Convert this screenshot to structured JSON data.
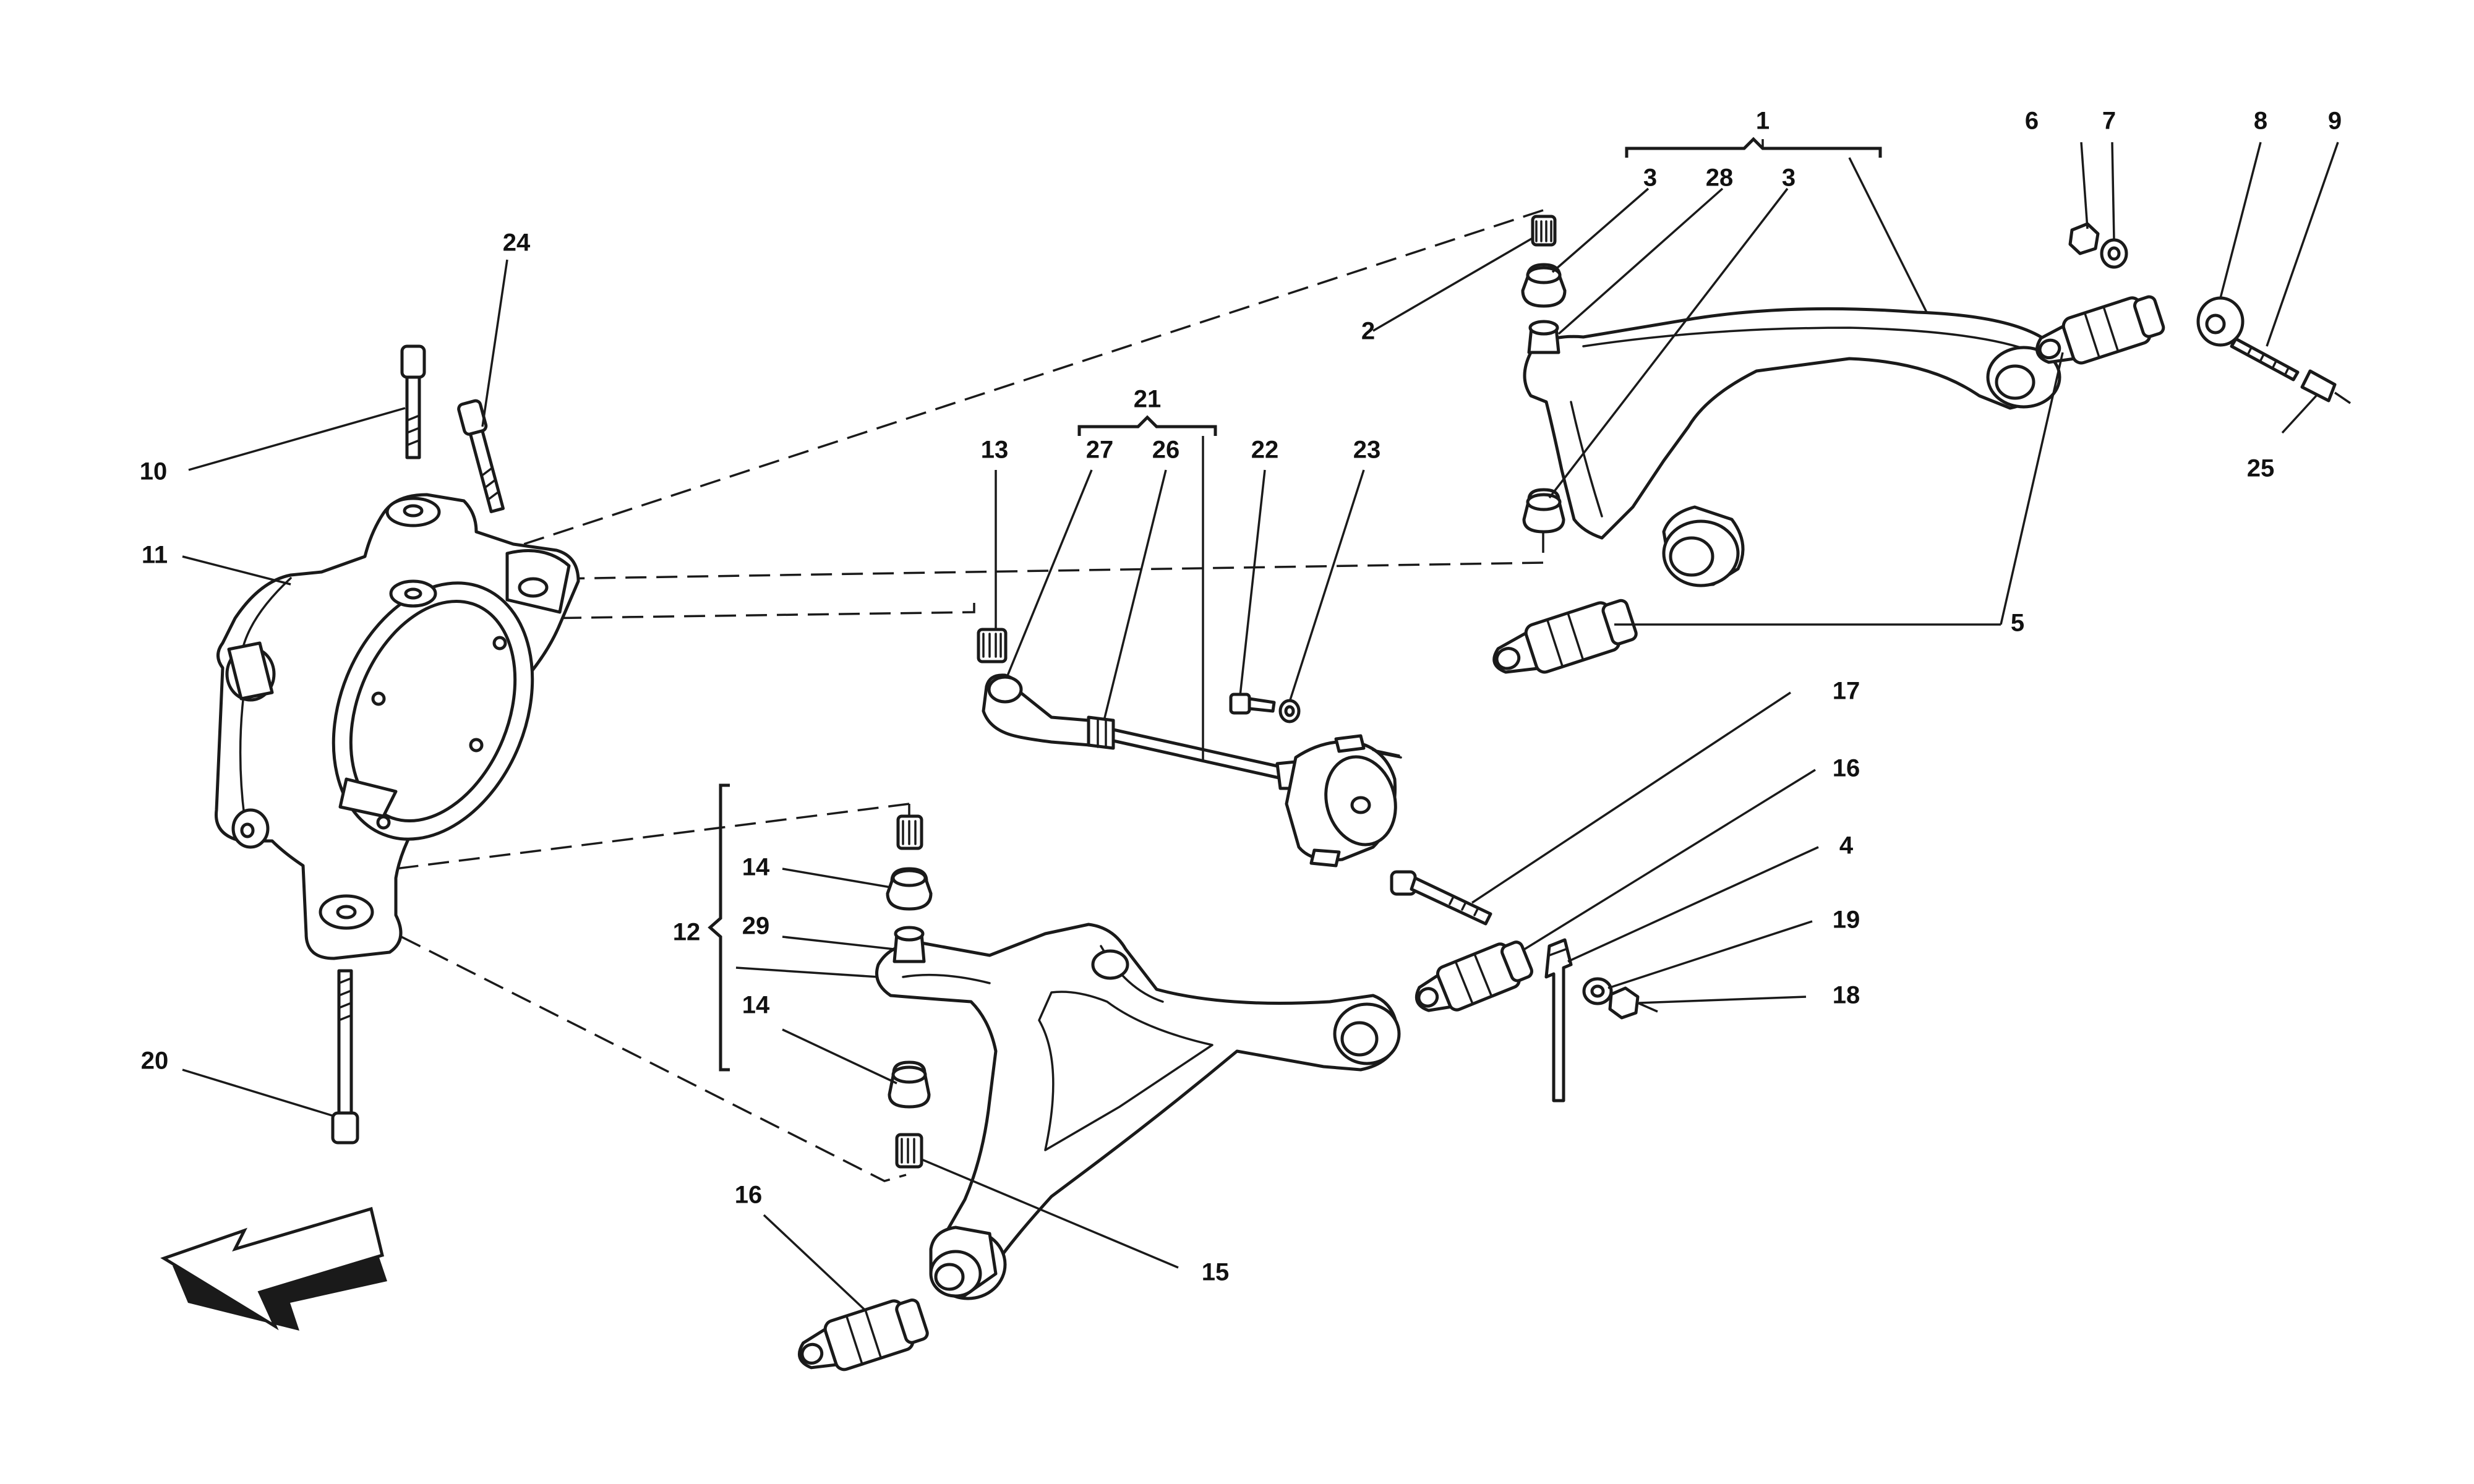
{
  "callouts": [
    {
      "id": "c1",
      "text": "1"
    },
    {
      "id": "c2",
      "text": "2"
    },
    {
      "id": "c3a",
      "text": "3"
    },
    {
      "id": "c3b",
      "text": "3"
    },
    {
      "id": "c4",
      "text": "4"
    },
    {
      "id": "c5",
      "text": "5"
    },
    {
      "id": "c6",
      "text": "6"
    },
    {
      "id": "c7",
      "text": "7"
    },
    {
      "id": "c8",
      "text": "8"
    },
    {
      "id": "c9",
      "text": "9"
    },
    {
      "id": "c10",
      "text": "10"
    },
    {
      "id": "c11",
      "text": "11"
    },
    {
      "id": "c12",
      "text": "12"
    },
    {
      "id": "c13",
      "text": "13"
    },
    {
      "id": "c14a",
      "text": "14"
    },
    {
      "id": "c14b",
      "text": "14"
    },
    {
      "id": "c15",
      "text": "15"
    },
    {
      "id": "c16a",
      "text": "16"
    },
    {
      "id": "c16b",
      "text": "16"
    },
    {
      "id": "c17",
      "text": "17"
    },
    {
      "id": "c18",
      "text": "18"
    },
    {
      "id": "c19",
      "text": "19"
    },
    {
      "id": "c20",
      "text": "20"
    },
    {
      "id": "c21",
      "text": "21"
    },
    {
      "id": "c22",
      "text": "22"
    },
    {
      "id": "c23",
      "text": "23"
    },
    {
      "id": "c24",
      "text": "24"
    },
    {
      "id": "c25",
      "text": "25"
    },
    {
      "id": "c26",
      "text": "26"
    },
    {
      "id": "c27",
      "text": "27"
    },
    {
      "id": "c28",
      "text": "28"
    },
    {
      "id": "c29",
      "text": "29"
    }
  ],
  "colors": {
    "line": "#1a1a1a",
    "background": "#ffffff",
    "shade": "#e6e6e6"
  },
  "icons": {
    "direction_arrow": "arrow-left-down-icon"
  }
}
